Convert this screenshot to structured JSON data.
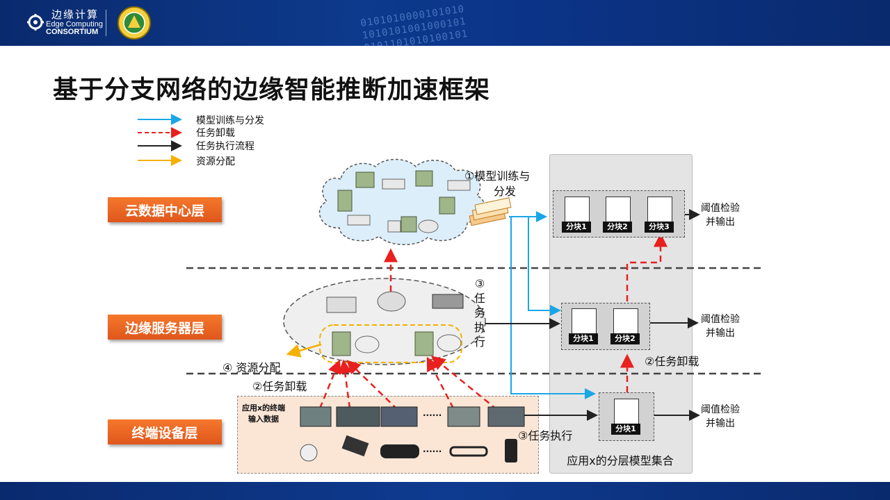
{
  "header": {
    "org_cn": "边缘计算",
    "org_en_line1": "Edge Computing",
    "org_en_line2": "CONSORTIUM",
    "binary_deco": "0101010000101010 1010101001000101 0101101010100101"
  },
  "title": "基于分支网络的边缘智能推断加速框架",
  "legend": [
    {
      "label": "模型训练与分发",
      "color": "#1aa6e6",
      "style": "solid"
    },
    {
      "label": "任务卸载",
      "color": "#e8201e",
      "style": "dashed"
    },
    {
      "label": "任务执行流程",
      "color": "#222222",
      "style": "solid"
    },
    {
      "label": "资源分配",
      "color": "#f5b000",
      "style": "solid"
    }
  ],
  "layers": {
    "cloud": "云数据中心层",
    "edge": "边缘服务器层",
    "terminal": "终端设备层"
  },
  "annotations": {
    "train_distribute_line1": "①模型训练与",
    "train_distribute_line2": "分发",
    "task_exec_vertical": [
      "③",
      "任",
      "务",
      "执",
      "行"
    ],
    "resource_alloc": "④ 资源分配",
    "offload_left": "②任务卸载",
    "offload_right": "②任务卸载",
    "task_exec_bottom": "③任务执行",
    "terminal_input_line1": "应用x的终端",
    "terminal_input_line2": "输入数据",
    "model_set": "应用x的分层模型集合",
    "dots1": "......",
    "dots2": "......"
  },
  "model_rows": {
    "cloud_blocks": [
      "分块1",
      "分块2",
      "分块3"
    ],
    "edge_blocks": [
      "分块1",
      "分块2"
    ],
    "terminal_blocks": [
      "分块1"
    ],
    "output_line1": "阈值检验",
    "output_line2": "并输出"
  },
  "colors": {
    "accent_orange": "#e8601f",
    "blue_arrow": "#1aa6e6",
    "red_arrow": "#e8201e",
    "yellow": "#f5b000",
    "header_blue": "#0d3a8c"
  }
}
